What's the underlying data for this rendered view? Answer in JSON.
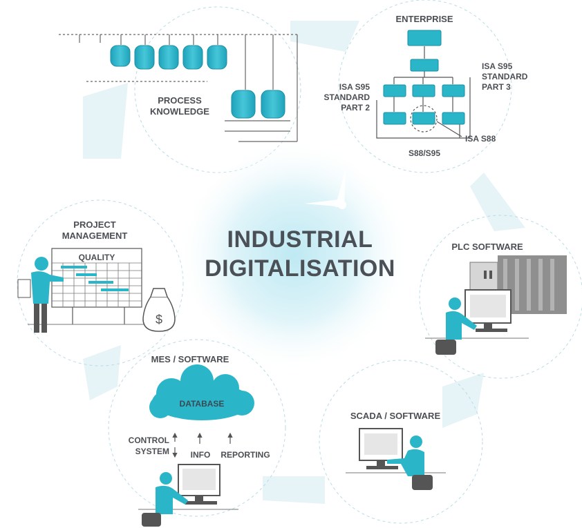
{
  "center": {
    "line1": "INDUSTRIAL",
    "line2": "DIGITALISATION"
  },
  "process": {
    "label_line1": "PROCESS",
    "label_line2": "KNOWLEDGE"
  },
  "enterprise": {
    "title": "ENTERPRISE",
    "isa95_part3": [
      "ISA S95",
      "STANDARD",
      "PART 3"
    ],
    "isa95_part2": [
      "ISA S95",
      "STANDARD",
      "PART 2"
    ],
    "isa88": "ISA S88",
    "s88_s95": "S88/S95"
  },
  "project": {
    "label_line1": "PROJECT",
    "label_line2": "MANAGEMENT",
    "board_title": "QUALITY",
    "money_symbol": "$"
  },
  "plc": {
    "label": "PLC SOFTWARE"
  },
  "mes": {
    "label": "MES / SOFTWARE",
    "cloud_label": "DATABASE",
    "control_line1": "CONTROL",
    "control_line2": "SYSTEM",
    "info": "INFO",
    "reporting": "REPORTING"
  },
  "scada": {
    "label": "SCADA / SOFTWARE"
  },
  "colors": {
    "accent": "#2bb5c9",
    "text": "#4b4f54",
    "ring": "#e3f2f7",
    "glow": "#c9ecf4"
  },
  "icons": [
    "tank-icon",
    "org-chart-icon",
    "person-icon",
    "computer-icon",
    "money-bag-icon",
    "cloud-icon",
    "server-rack-icon"
  ]
}
